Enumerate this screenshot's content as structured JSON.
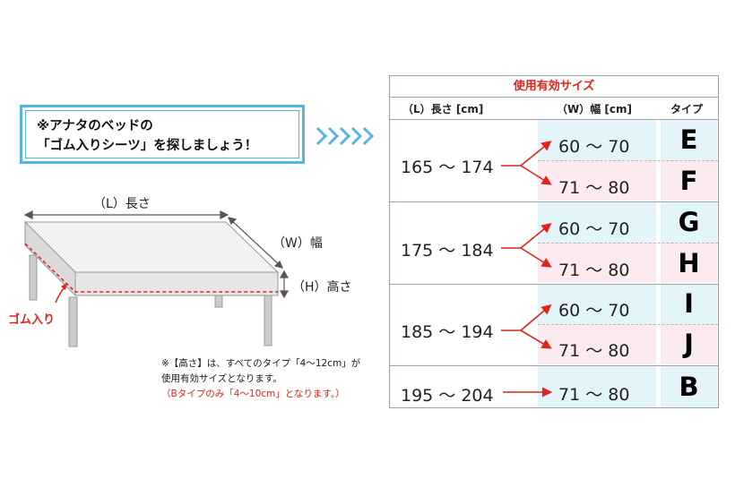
{
  "callout": {
    "line1": "※アナタのベッドの",
    "line2": "「ゴム入りシーツ」を探しましょう！"
  },
  "bed": {
    "length_label": "（L）長さ",
    "width_label": "（W）幅",
    "height_label": "（H）高さ",
    "elastic_label": "ゴム入り"
  },
  "note": {
    "line1": "※【高さ】は、すべてのタイプ「4～12cm」が",
    "line2": "使用有効サイズとなります。",
    "line3": "（Bタイプのみ「4～10cm」となります。）"
  },
  "table": {
    "title": "使用有効サイズ",
    "headers": {
      "length": "（L）長さ [cm]",
      "width": "（W）幅 [cm]",
      "type": "タイプ"
    },
    "groups": [
      {
        "length": "165 ～ 174",
        "rows": [
          {
            "width": "60 ～ 70",
            "type": "E"
          },
          {
            "width": "71 ～ 80",
            "type": "F"
          }
        ]
      },
      {
        "length": "175 ～ 184",
        "rows": [
          {
            "width": "60 ～ 70",
            "type": "G"
          },
          {
            "width": "71 ～ 80",
            "type": "H"
          }
        ]
      },
      {
        "length": "185 ～ 194",
        "rows": [
          {
            "width": "60 ～ 70",
            "type": "I"
          },
          {
            "width": "71 ～ 80",
            "type": "J"
          }
        ]
      },
      {
        "length": "195 ～ 204",
        "rows": [
          {
            "width": "71 ～ 80",
            "type": "B"
          }
        ]
      }
    ]
  },
  "colors": {
    "accent_blue": "#56b4e3",
    "accent_red": "#e2231a",
    "band_blue": "#e4f4fb",
    "band_pink": "#fbeaf0"
  }
}
